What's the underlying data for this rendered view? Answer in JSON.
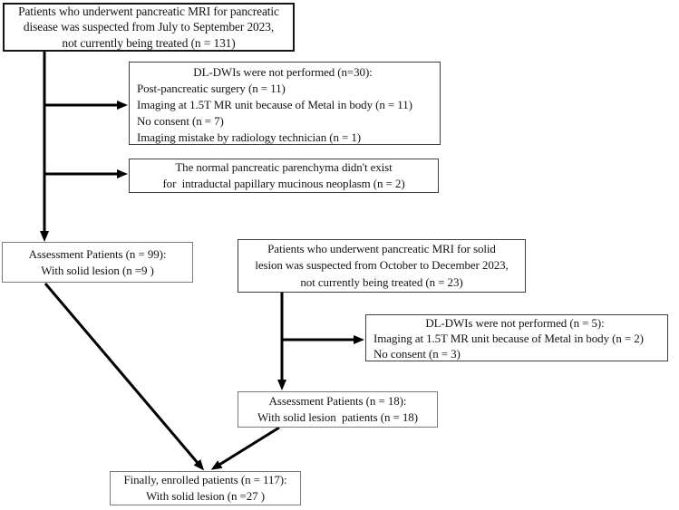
{
  "colors": {
    "background": "#ffffff",
    "arrow": "#000000",
    "border_strong": "#161616",
    "border_medium": "#3f3f3f",
    "border_light": "#7a7a7a",
    "text": "#141414"
  },
  "boxes": {
    "initial_cohort": {
      "lines": [
        "Patients who underwent pancreatic MRI for pancreatic",
        "disease was suspected from July to September 2023,",
        "not currently being treated (n = 131)"
      ]
    },
    "excluded_first": {
      "title": "DL-DWIs were not performed (n=30):",
      "items": [
        "Post-pancreatic surgery (n = 11)",
        "Imaging at 1.5T MR unit because of Metal in body (n = 11)",
        "No consent (n = 7)",
        "Imaging mistake by radiology technician (n = 1)"
      ]
    },
    "excluded_parenchyma": {
      "lines": [
        "The normal pancreatic parenchyma didn't exist",
        "for  intraductal papillary mucinous neoplasm (n = 2)"
      ]
    },
    "assessment_first": {
      "lines": [
        "Assessment Patients (n = 99):",
        "With solid lesion (n =9 )"
      ]
    },
    "solid_cohort": {
      "lines": [
        "Patients who underwent pancreatic MRI for solid",
        "lesion was suspected from October to December 2023,",
        "not currently being treated (n = 23)"
      ]
    },
    "excluded_second": {
      "title": "DL-DWIs were not performed (n = 5):",
      "items": [
        "Imaging at 1.5T MR unit because of Metal in body (n = 2)",
        "No consent (n = 3)"
      ]
    },
    "assessment_second": {
      "lines": [
        "Assessment Patients (n = 18):",
        "With solid lesion  patients (n = 18)"
      ]
    },
    "enrolled": {
      "lines": [
        "Finally, enrolled patients (n = 117):",
        "With solid lesion (n =27 )"
      ]
    }
  }
}
